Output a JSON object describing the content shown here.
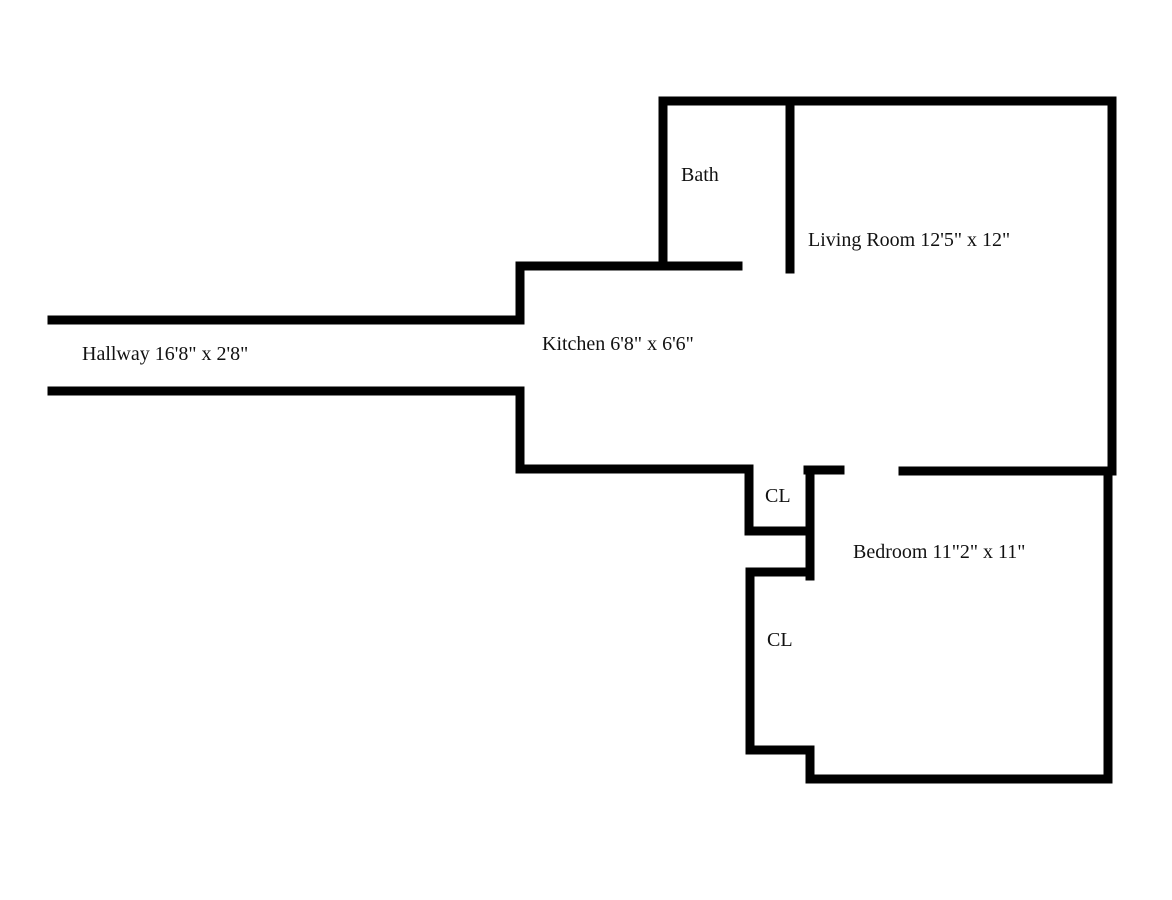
{
  "rooms": {
    "bath": "Bath",
    "living_room": "Living Room 12'5\" x 12\"",
    "kitchen": "Kitchen 6'8\" x 6'6\"",
    "hallway": "Hallway 16'8\" x 2'8\"",
    "closet_1": "CL",
    "bedroom": "Bedroom 11\"2\" x 11\"",
    "closet_2": "CL"
  },
  "colors": {
    "wall": "#000000",
    "background": "#ffffff"
  }
}
